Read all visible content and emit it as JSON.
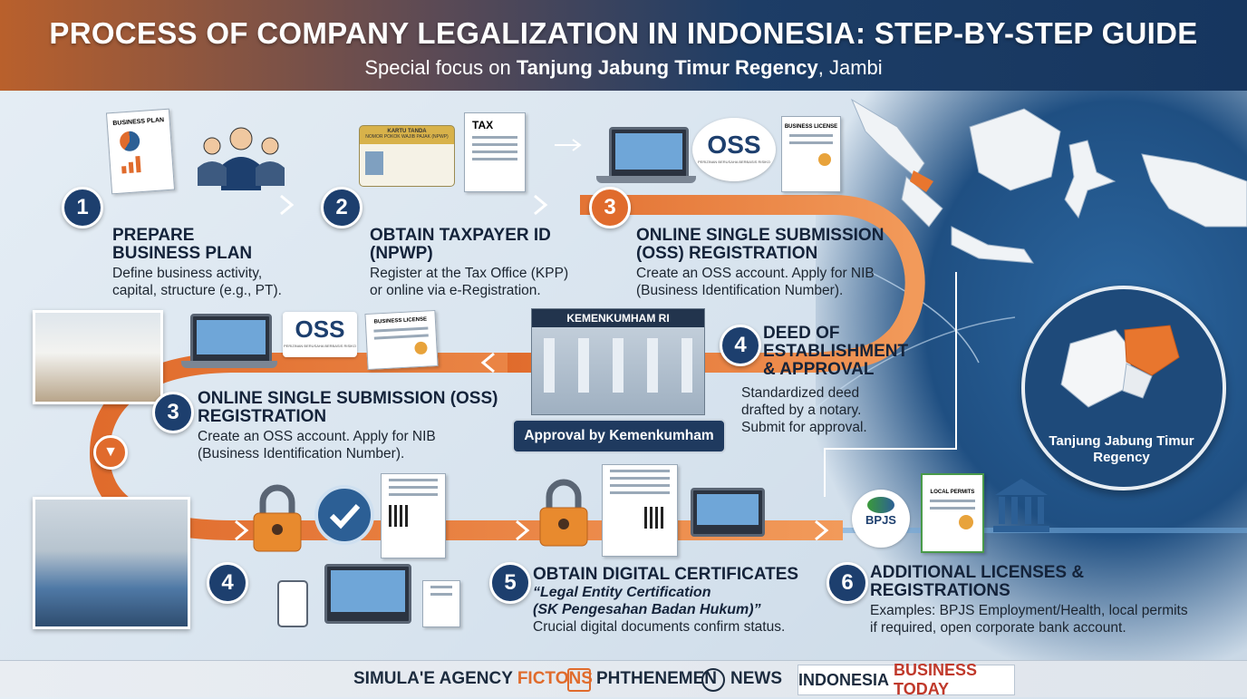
{
  "header": {
    "title": "PROCESS OF COMPANY LEGALIZATION IN INDONESIA: STEP-BY-STEP GUIDE",
    "subtitle_prefix": "Special focus on ",
    "subtitle_bold": "Tanjung Jabung Timur Regency",
    "subtitle_suffix": ", Jambi"
  },
  "steps": [
    {
      "num": "1",
      "title_l1": "PREPARE",
      "title_l2": "BUSINESS PLAN",
      "desc_l1": "Define business activity,",
      "desc_l2": "capital, structure (e.g., PT).",
      "doc_label": "BUSINESS PLAN"
    },
    {
      "num": "2",
      "title_l1": "OBTAIN TAXPAYER ID",
      "title_l2": "(NPWP)",
      "desc_l1": "Register at the Tax Office (KPP)",
      "desc_l2": "or online via e-Registration.",
      "card_label": "KARTU TANDA",
      "card_sub": "NOMOR POKOK WAJIB PAJAK (NPWP)",
      "tax_label": "TAX"
    },
    {
      "num": "3",
      "title_l1": "ONLINE SINGLE SUBMISSION",
      "title_l2": "(OSS) REGISTRATION",
      "desc_l1": "Create an OSS account. Apply for NIB",
      "desc_l2": "(Business Identification Number).",
      "oss_logo": "OSS",
      "oss_sub": "PERIZINAN BERUSAHA BERBASIS RISIKO",
      "license_label": "BUSINESS LICENSE"
    },
    {
      "num": "4",
      "title_l1": "DEED OF",
      "title_l2": "ESTABLISHMENT",
      "title_l3": "& APPROVAL",
      "desc_l1": "Standardized deed",
      "desc_l2": "drafted by a notary.",
      "desc_l3": "Submit for approval.",
      "building_label": "KEMENKUMHAM RI",
      "approval_label": "Approval by Kemenkumham"
    },
    {
      "num": "3",
      "title_l1": "ONLINE SINGLE SUBMISSION (OSS)",
      "title_l2": "REGISTRATION",
      "desc_l1": "Create an OSS account. Apply for NIB",
      "desc_l2": "(Business Identification Number).",
      "oss_logo": "OSS",
      "oss_sub": "PERIZINAN BERUSAHA BERBASIS RISIKO",
      "license_label": "BUSINESS LICENSE"
    },
    {
      "num": "4"
    },
    {
      "num": "5",
      "title_l1": "OBTAIN DIGITAL CERTIFICATES",
      "subtitle_l1": "“Legal Entity Certification",
      "subtitle_l2": "(SK Pengesahan Badan Hukum)”",
      "desc_l1": "Crucial digital documents confirm status."
    },
    {
      "num": "6",
      "title_l1": "ADDITIONAL LICENSES &",
      "title_l2": "REGISTRATIONS",
      "desc_l1": "Examples: BPJS Employment/Health, local permits",
      "desc_l2": "if required, open corporate bank account.",
      "bpjs_label": "BPJS",
      "permits_label": "LOCAL PERMITS"
    }
  ],
  "map": {
    "region_label_l1": "Tanjung Jabung Timur",
    "region_label_l2": "Regency"
  },
  "footer": {
    "item1_a": "SIMULA'E AGENCY",
    "item1_b": "FICTONS",
    "item2": "PHTHENEMEN",
    "item3": "NEWS",
    "item4_a": "INDONESIA",
    "item4_b": "BUSINESS TODAY"
  },
  "colors": {
    "navy": "#1d3f6e",
    "orange": "#e06b2c",
    "header_dark": "#16365f"
  }
}
